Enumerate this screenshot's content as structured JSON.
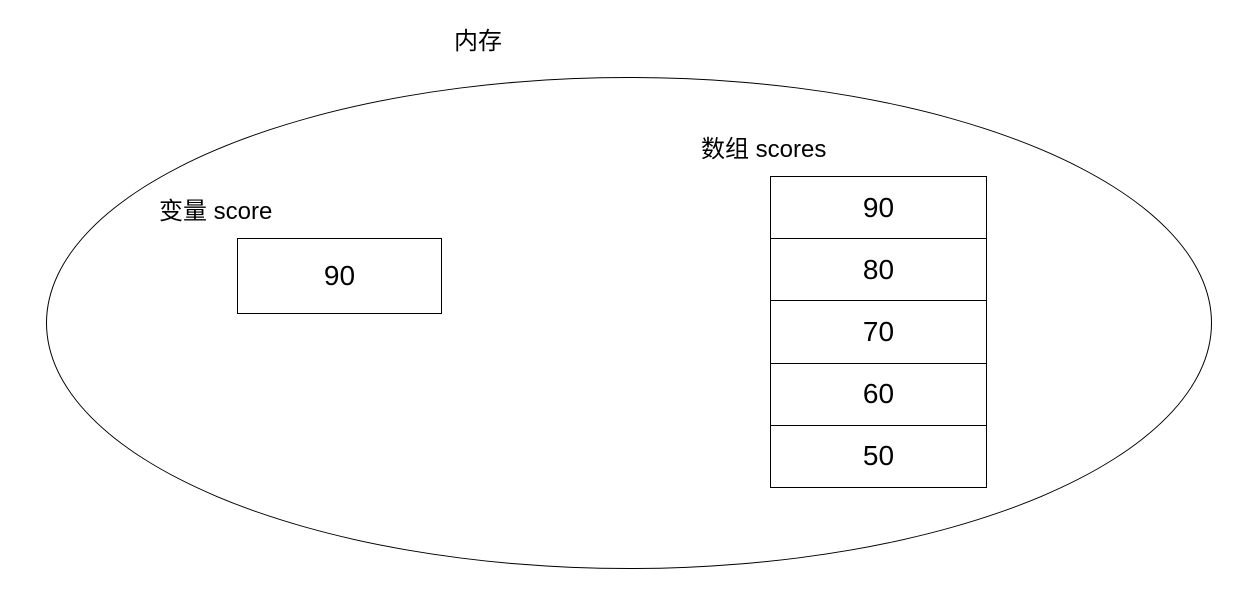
{
  "diagram": {
    "title": "内存",
    "variable": {
      "label": "变量 score",
      "value": "90"
    },
    "array": {
      "label": "数组 scores",
      "values": [
        "90",
        "80",
        "70",
        "60",
        "50"
      ]
    },
    "colors": {
      "stroke": "#000000",
      "background": "#ffffff",
      "text": "#000000"
    }
  }
}
